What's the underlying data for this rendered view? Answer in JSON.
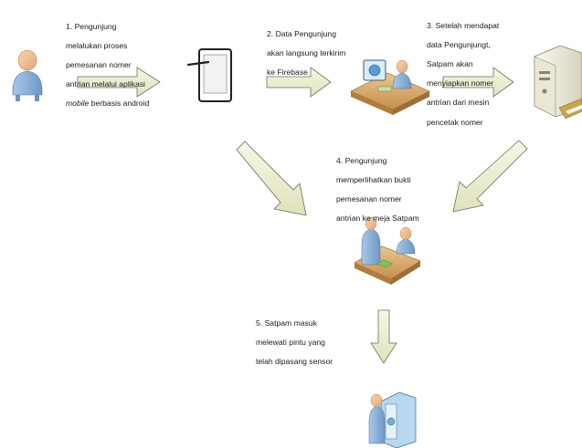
{
  "steps": [
    {
      "id": "step-1",
      "number": "1.",
      "lines": [
        "Pengunjung",
        "melalukan proses",
        "pemesanan nomer",
        "antrian melalui aplikasi"
      ],
      "last_italic": "mobile",
      "last_rest": " berbasis android"
    },
    {
      "id": "step-2",
      "number": "2.",
      "lines": [
        "Data Pengunjung",
        "akan langsung terkirim",
        "ke Firebase"
      ]
    },
    {
      "id": "step-3",
      "number": "3.",
      "lines": [
        "Setelah mendapat",
        "data Pengunjungt,",
        "Satpam akan",
        "menyiapkan nomer",
        "antrian dari mesin",
        "pencetak nomer"
      ]
    },
    {
      "id": "step-4",
      "number": "4.",
      "lines": [
        "Pengunjung",
        "memperlihatkan bukti",
        "pemesanan nomer",
        "antrian ke meja Satpam"
      ]
    },
    {
      "id": "step-5",
      "number": "5.",
      "lines": [
        "Satpam masuk",
        "melewati pintu yang",
        "telah dipasang sensor"
      ]
    }
  ],
  "actors": [
    {
      "name": "visitor-icon"
    },
    {
      "name": "smartphone-icon"
    },
    {
      "name": "security-computer-icon"
    },
    {
      "name": "server-printer-icon"
    },
    {
      "name": "security-desk-icon"
    },
    {
      "name": "sensor-door-icon"
    }
  ],
  "colors": {
    "arrow_fill": "#eef0d0",
    "arrow_stroke": "#6b6f60",
    "person_fill": "#8db3d9",
    "person_head": "#f2c69a",
    "desk_fill": "#d9a663"
  }
}
